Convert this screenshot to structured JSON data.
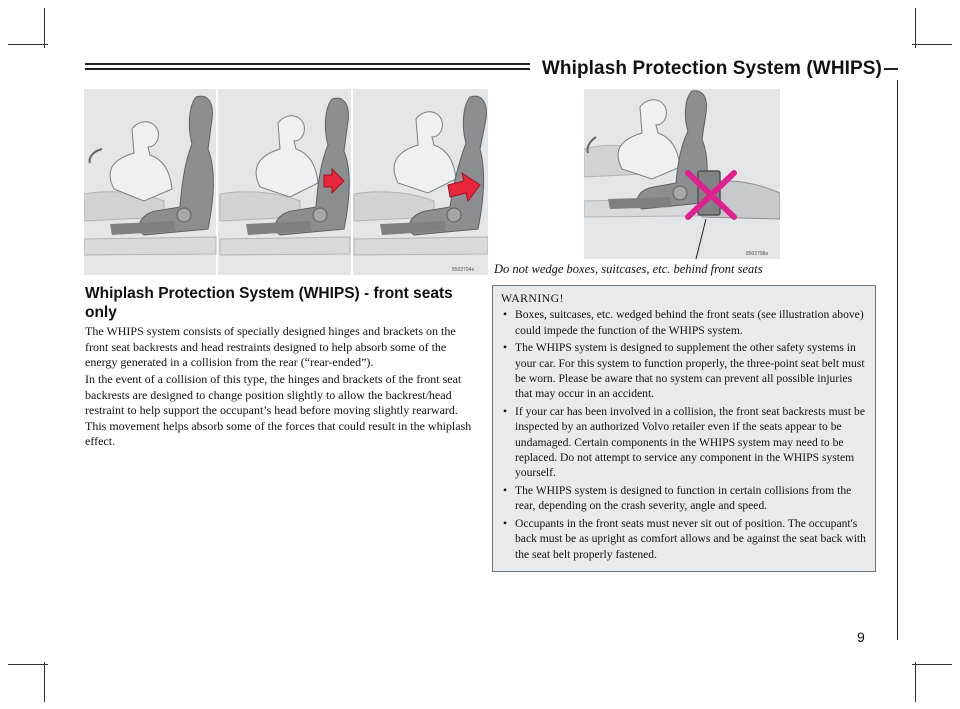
{
  "header": {
    "title": "Whiplash Protection System (WHIPS)"
  },
  "figures": {
    "seat_sequence": {
      "code": "8502794e"
    },
    "seat_box": {
      "code": "8502798e",
      "caption": "Do not wedge boxes, suitcases, etc. behind front seats"
    }
  },
  "section": {
    "heading": "Whiplash Protection System (WHIPS) - front seats only",
    "paragraphs": [
      "The WHIPS system consists of specially designed hinges and brackets on the front seat backrests and head restraints designed to help absorb some of the energy generated in a collision from the rear (“rear-ended”).",
      "In the event of a collision of this type, the hinges and brackets of the front seat backrests are designed to change position slightly to allow the backrest/head restraint to help support the occupant’s head before moving slightly rearward. This movement helps absorb some of the forces that could result in the whiplash effect."
    ]
  },
  "warning": {
    "title": "WARNING!",
    "bullet": "•",
    "items": [
      "Boxes, suitcases, etc. wedged behind the front seats (see illustration above) could impede the function of the WHIPS system.",
      "The WHIPS system is designed to supplement the other safety systems in your car. For this system to function properly, the three-point seat belt must be worn. Please be aware that no system can prevent all possible injuries that may occur in an accident.",
      "If your car has been involved in a collision, the front seat backrests must be inspected by an authorized Volvo retailer even if the seats appear to be undamaged. Certain components in the WHIPS system may need to be replaced. Do not attempt to service any component in the WHIPS system yourself.",
      "The WHIPS system is designed to function in certain collisions from the rear, depending on the crash severity, angle and speed.",
      "Occupants in the front seats must never sit out of position. The occupant's back must be as upright as comfort allows and be against the seat back with the seat belt properly fastened."
    ]
  },
  "page": {
    "number": "9"
  },
  "colors": {
    "seat": "#8b8f92",
    "arrow": "#e8283a",
    "cross": "#e0208f",
    "figure_bg": "#e2e6e8"
  }
}
